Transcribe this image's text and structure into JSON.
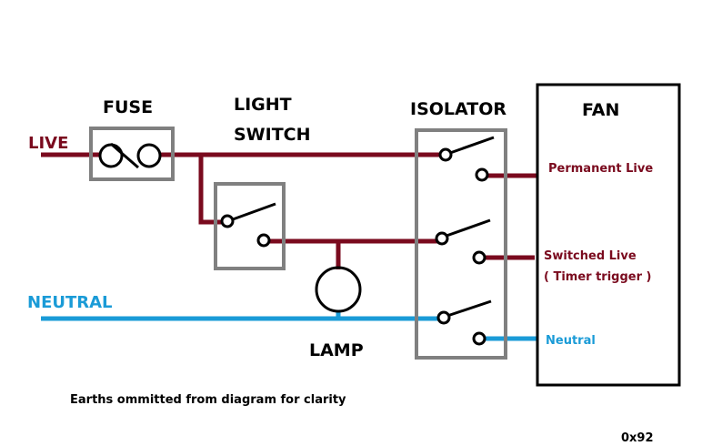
{
  "colors": {
    "live": "#7a0a1e",
    "neutral": "#1a9bd7",
    "component_box": "#808080",
    "symbol": "#000000",
    "text": "#000000"
  },
  "labels": {
    "fuse": "FUSE",
    "light_switch_line1": "LIGHT",
    "light_switch_line2": "SWITCH",
    "isolator": "ISOLATOR",
    "fan": "FAN",
    "live": "LIVE",
    "neutral": "NEUTRAL",
    "lamp": "LAMP"
  },
  "fan_terminals": {
    "permanent_live": "Permanent Live",
    "switched_live_line1": "Switched Live",
    "switched_live_line2": "( Timer trigger )",
    "neutral": "Neutral"
  },
  "note": "Earths ommitted from diagram for clarity",
  "code": "0x92"
}
